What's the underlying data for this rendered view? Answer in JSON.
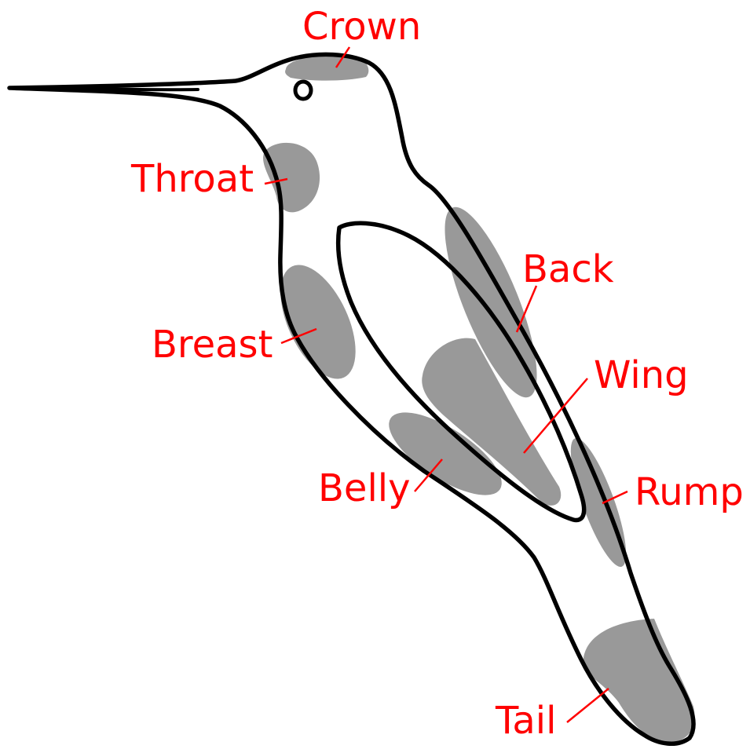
{
  "colors": {
    "outline": "#000000",
    "patch": "#999999",
    "label": "#ff0000",
    "background": "#ffffff"
  },
  "labels": {
    "crown": "Crown",
    "throat": "Throat",
    "back": "Back",
    "breast": "Breast",
    "wing": "Wing",
    "belly": "Belly",
    "rump": "Rump",
    "tail": "Tail"
  }
}
